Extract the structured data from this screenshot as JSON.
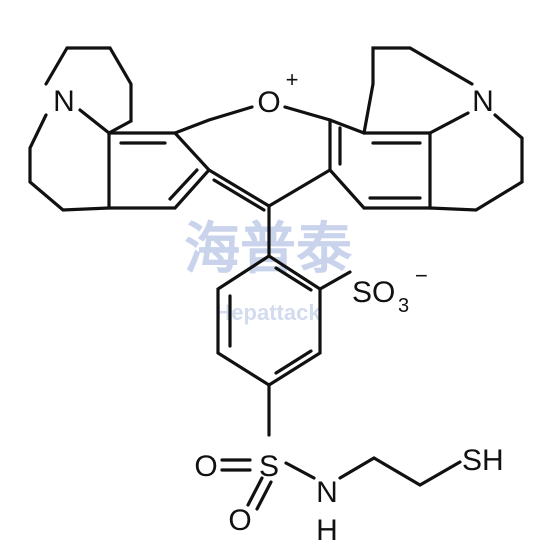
{
  "molecule": {
    "atoms": {
      "n_left": "N",
      "o_ring": "O",
      "o_charge": "+",
      "n_right": "N",
      "sulfonate_s": "SO",
      "sulfonate_sub": "3",
      "sulfonate_charge": "−",
      "sulfonyl_o_left": "O",
      "sulfonyl_s": "S",
      "sulfonyl_o_bottom": "O",
      "amide_n": "N",
      "amide_h": "H",
      "thiol": "SH"
    }
  },
  "watermark": {
    "chinese": "海普泰",
    "english": "Hepattack"
  },
  "colors": {
    "ink": "#111111",
    "watermark": "#c9d4ec",
    "background": "#ffffff"
  }
}
